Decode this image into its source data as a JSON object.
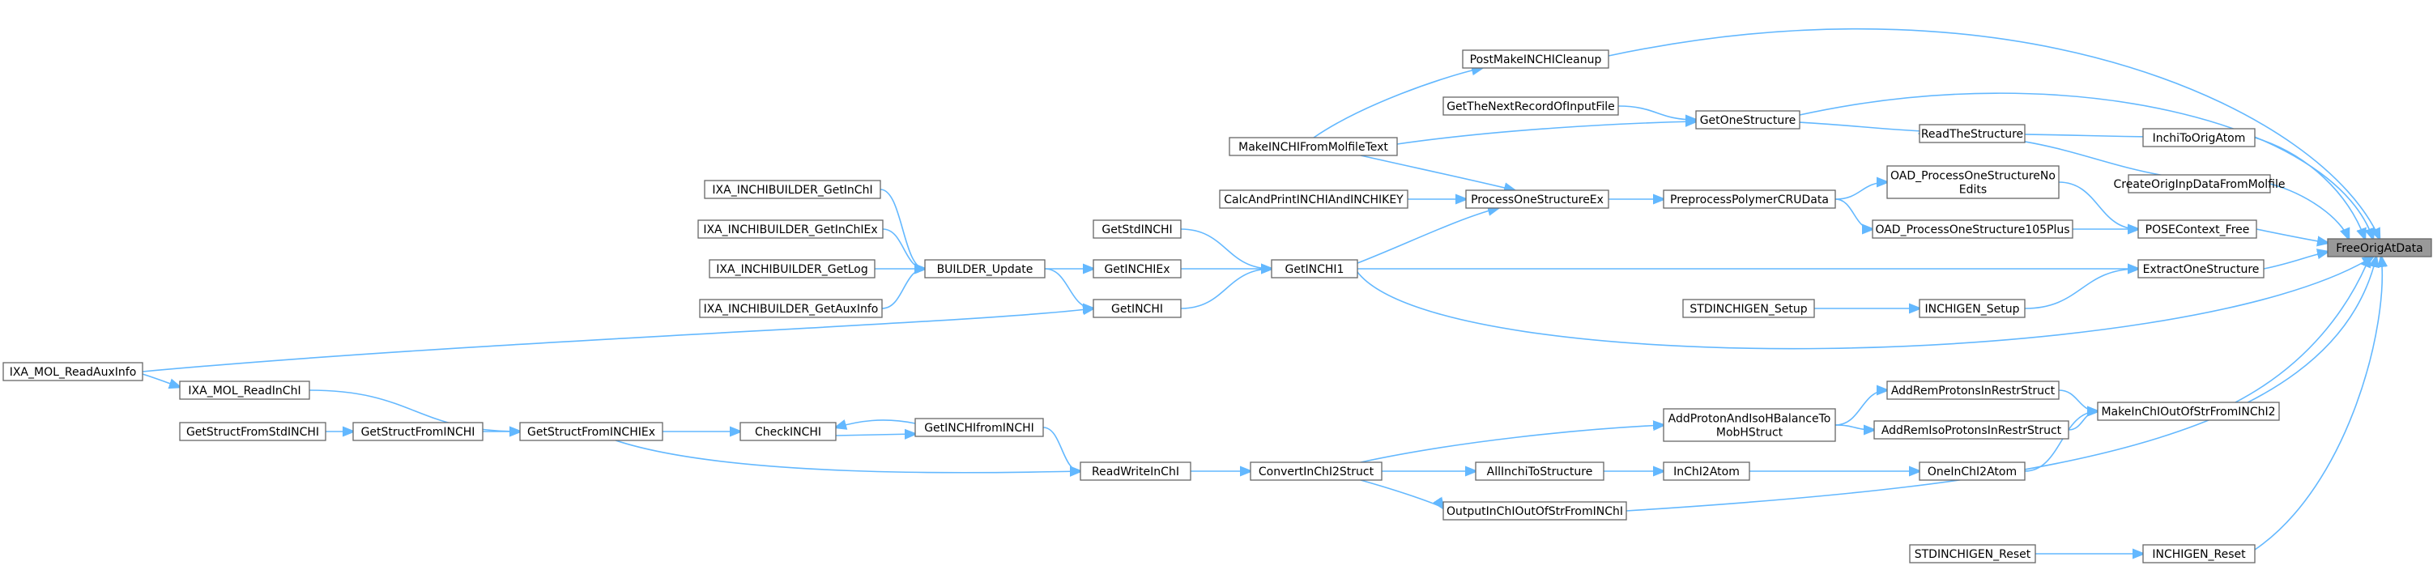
{
  "colors": {
    "edge": "#63b8ff",
    "node_border": "#666666",
    "root_fill": "#999999",
    "node_fill": "#ffffff"
  },
  "graph": {
    "root": "FreeOrigAtData",
    "nodes": [
      {
        "id": "FreeOrigAtData",
        "label": "FreeOrigAtData"
      },
      {
        "id": "PostMakeINCHICleanup",
        "label": "PostMakeINCHICleanup"
      },
      {
        "id": "GetTheNextRecordOfInputFile",
        "label": "GetTheNextRecordOfInputFile"
      },
      {
        "id": "GetOneStructure",
        "label": "GetOneStructure"
      },
      {
        "id": "MakeINCHIFromMolfileText",
        "label": "MakeINCHIFromMolfileText"
      },
      {
        "id": "ReadTheStructure",
        "label": "ReadTheStructure"
      },
      {
        "id": "InchiToOrigAtom",
        "label": "InchiToOrigAtom"
      },
      {
        "id": "OAD_ProcessOneStructureNoEdits",
        "label": "OAD_ProcessOneStructureNo\nEdits"
      },
      {
        "id": "CreateOrigInpDataFromMolfile",
        "label": "CreateOrigInpDataFromMolfile"
      },
      {
        "id": "IXA_INCHIBUILDER_GetInChI",
        "label": "IXA_INCHIBUILDER_GetInChI"
      },
      {
        "id": "CalcAndPrintINCHIAndINCHIKEY",
        "label": "CalcAndPrintINCHIAndINCHIKEY"
      },
      {
        "id": "ProcessOneStructureEx",
        "label": "ProcessOneStructureEx"
      },
      {
        "id": "PreprocessPolymerCRUData",
        "label": "PreprocessPolymerCRUData"
      },
      {
        "id": "IXA_INCHIBUILDER_GetInChIEx",
        "label": "IXA_INCHIBUILDER_GetInChIEx"
      },
      {
        "id": "OAD_ProcessOneStructure105Plus",
        "label": "OAD_ProcessOneStructure105Plus"
      },
      {
        "id": "POSEContext_Free",
        "label": "POSEContext_Free"
      },
      {
        "id": "GetStdINCHI",
        "label": "GetStdINCHI"
      },
      {
        "id": "IXA_INCHIBUILDER_GetLog",
        "label": "IXA_INCHIBUILDER_GetLog"
      },
      {
        "id": "BUILDER_Update",
        "label": "BUILDER_Update"
      },
      {
        "id": "GetINCHIEx",
        "label": "GetINCHIEx"
      },
      {
        "id": "GetINCHI1",
        "label": "GetINCHI1"
      },
      {
        "id": "ExtractOneStructure",
        "label": "ExtractOneStructure"
      },
      {
        "id": "IXA_INCHIBUILDER_GetAuxInfo",
        "label": "IXA_INCHIBUILDER_GetAuxInfo"
      },
      {
        "id": "GetINCHI",
        "label": "GetINCHI"
      },
      {
        "id": "STDINCHIGEN_Setup",
        "label": "STDINCHIGEN_Setup"
      },
      {
        "id": "INCHIGEN_Setup",
        "label": "INCHIGEN_Setup"
      },
      {
        "id": "IXA_MOL_ReadAuxInfo",
        "label": "IXA_MOL_ReadAuxInfo"
      },
      {
        "id": "IXA_MOL_ReadInChI",
        "label": "IXA_MOL_ReadInChI"
      },
      {
        "id": "AddRemProtonsInRestrStruct",
        "label": "AddRemProtonsInRestrStruct"
      },
      {
        "id": "AddProtonAndIsoHBalanceToMobHStruct",
        "label": "AddProtonAndIsoHBalanceTo\nMobHStruct"
      },
      {
        "id": "MakeInChIOutOfStrFromINChI2",
        "label": "MakeInChIOutOfStrFromINChI2"
      },
      {
        "id": "GetStructFromStdINCHI",
        "label": "GetStructFromStdINCHI"
      },
      {
        "id": "GetStructFromINCHI",
        "label": "GetStructFromINCHI"
      },
      {
        "id": "GetStructFromINCHIEx",
        "label": "GetStructFromINCHIEx"
      },
      {
        "id": "CheckINCHI",
        "label": "CheckINCHI"
      },
      {
        "id": "GetINCHIfromINCHI",
        "label": "GetINCHIfromINCHI"
      },
      {
        "id": "AddRemIsoProtonsInRestrStruct",
        "label": "AddRemIsoProtonsInRestrStruct"
      },
      {
        "id": "ReadWriteInChI",
        "label": "ReadWriteInChI"
      },
      {
        "id": "ConvertInChI2Struct",
        "label": "ConvertInChI2Struct"
      },
      {
        "id": "AllInchiToStructure",
        "label": "AllInchiToStructure"
      },
      {
        "id": "InChI2Atom",
        "label": "InChI2Atom"
      },
      {
        "id": "OneInChI2Atom",
        "label": "OneInChI2Atom"
      },
      {
        "id": "OutputInChIOutOfStrFromINChI",
        "label": "OutputInChIOutOfStrFromINChI"
      },
      {
        "id": "STDINCHIGEN_Reset",
        "label": "STDINCHIGEN_Reset"
      },
      {
        "id": "INCHIGEN_Reset",
        "label": "INCHIGEN_Reset"
      }
    ],
    "edges": [
      {
        "from": "PostMakeINCHICleanup",
        "to": "FreeOrigAtData"
      },
      {
        "from": "MakeINCHIFromMolfileText",
        "to": "PostMakeINCHICleanup"
      },
      {
        "from": "GetOneStructure",
        "to": "FreeOrigAtData"
      },
      {
        "from": "GetTheNextRecordOfInputFile",
        "to": "GetOneStructure"
      },
      {
        "from": "MakeINCHIFromMolfileText",
        "to": "GetOneStructure"
      },
      {
        "from": "ReadTheStructure",
        "to": "GetOneStructure"
      },
      {
        "from": "InchiToOrigAtom",
        "to": "FreeOrigAtData"
      },
      {
        "from": "InchiToOrigAtom",
        "to": "ReadTheStructure"
      },
      {
        "from": "CreateOrigInpDataFromMolfile",
        "to": "FreeOrigAtData"
      },
      {
        "from": "CreateOrigInpDataFromMolfile",
        "to": "ReadTheStructure"
      },
      {
        "from": "MakeINCHIFromMolfileText",
        "to": "ProcessOneStructureEx"
      },
      {
        "from": "CalcAndPrintINCHIAndINCHIKEY",
        "to": "ProcessOneStructureEx"
      },
      {
        "from": "GetINCHI1",
        "to": "ProcessOneStructureEx"
      },
      {
        "from": "ProcessOneStructureEx",
        "to": "PreprocessPolymerCRUData"
      },
      {
        "from": "PreprocessPolymerCRUData",
        "to": "OAD_ProcessOneStructureNoEdits"
      },
      {
        "from": "PreprocessPolymerCRUData",
        "to": "OAD_ProcessOneStructure105Plus"
      },
      {
        "from": "OAD_ProcessOneStructureNoEdits",
        "to": "POSEContext_Free"
      },
      {
        "from": "OAD_ProcessOneStructure105Plus",
        "to": "POSEContext_Free"
      },
      {
        "from": "POSEContext_Free",
        "to": "FreeOrigAtData"
      },
      {
        "from": "IXA_INCHIBUILDER_GetInChI",
        "to": "BUILDER_Update"
      },
      {
        "from": "IXA_INCHIBUILDER_GetInChIEx",
        "to": "BUILDER_Update"
      },
      {
        "from": "IXA_INCHIBUILDER_GetLog",
        "to": "BUILDER_Update"
      },
      {
        "from": "IXA_INCHIBUILDER_GetAuxInfo",
        "to": "BUILDER_Update"
      },
      {
        "from": "BUILDER_Update",
        "to": "GetINCHIEx"
      },
      {
        "from": "BUILDER_Update",
        "to": "GetINCHI"
      },
      {
        "from": "GetStdINCHI",
        "to": "GetINCHI1"
      },
      {
        "from": "GetINCHIEx",
        "to": "GetINCHI1"
      },
      {
        "from": "GetINCHI",
        "to": "GetINCHI1"
      },
      {
        "from": "IXA_MOL_ReadAuxInfo",
        "to": "GetINCHI"
      },
      {
        "from": "GetINCHI1",
        "to": "ExtractOneStructure"
      },
      {
        "from": "ExtractOneStructure",
        "to": "FreeOrigAtData"
      },
      {
        "from": "GetINCHI1",
        "to": "FreeOrigAtData"
      },
      {
        "from": "STDINCHIGEN_Setup",
        "to": "INCHIGEN_Setup"
      },
      {
        "from": "INCHIGEN_Setup",
        "to": "ExtractOneStructure"
      },
      {
        "from": "IXA_MOL_ReadInChI",
        "to": "GetStructFromINCHIEx"
      },
      {
        "from": "IXA_MOL_ReadAuxInfo",
        "to": "IXA_MOL_ReadInChI"
      },
      {
        "from": "GetStructFromStdINCHI",
        "to": "GetStructFromINCHI"
      },
      {
        "from": "GetStructFromINCHI",
        "to": "GetStructFromINCHIEx"
      },
      {
        "from": "GetStructFromINCHIEx",
        "to": "CheckINCHI"
      },
      {
        "from": "GetStructFromINCHIEx",
        "to": "ReadWriteInChI"
      },
      {
        "from": "CheckINCHI",
        "to": "GetINCHIfromINCHI"
      },
      {
        "from": "GetINCHIfromINCHI",
        "to": "CheckINCHI"
      },
      {
        "from": "GetINCHIfromINCHI",
        "to": "ReadWriteInChI"
      },
      {
        "from": "ReadWriteInChI",
        "to": "ConvertInChI2Struct"
      },
      {
        "from": "ConvertInChI2Struct",
        "to": "AddProtonAndIsoHBalanceToMobHStruct"
      },
      {
        "from": "ConvertInChI2Struct",
        "to": "AllInchiToStructure"
      },
      {
        "from": "ConvertInChI2Struct",
        "to": "OutputInChIOutOfStrFromINChI"
      },
      {
        "from": "AllInchiToStructure",
        "to": "InChI2Atom"
      },
      {
        "from": "InChI2Atom",
        "to": "OneInChI2Atom"
      },
      {
        "from": "OneInChI2Atom",
        "to": "MakeInChIOutOfStrFromINChI2"
      },
      {
        "from": "AddProtonAndIsoHBalanceToMobHStruct",
        "to": "AddRemProtonsInRestrStruct"
      },
      {
        "from": "AddProtonAndIsoHBalanceToMobHStruct",
        "to": "AddRemIsoProtonsInRestrStruct"
      },
      {
        "from": "AddRemProtonsInRestrStruct",
        "to": "MakeInChIOutOfStrFromINChI2"
      },
      {
        "from": "AddRemIsoProtonsInRestrStruct",
        "to": "MakeInChIOutOfStrFromINChI2"
      },
      {
        "from": "MakeInChIOutOfStrFromINChI2",
        "to": "FreeOrigAtData"
      },
      {
        "from": "OutputInChIOutOfStrFromINChI",
        "to": "FreeOrigAtData"
      },
      {
        "from": "STDINCHIGEN_Reset",
        "to": "INCHIGEN_Reset"
      },
      {
        "from": "INCHIGEN_Reset",
        "to": "FreeOrigAtData"
      }
    ]
  }
}
